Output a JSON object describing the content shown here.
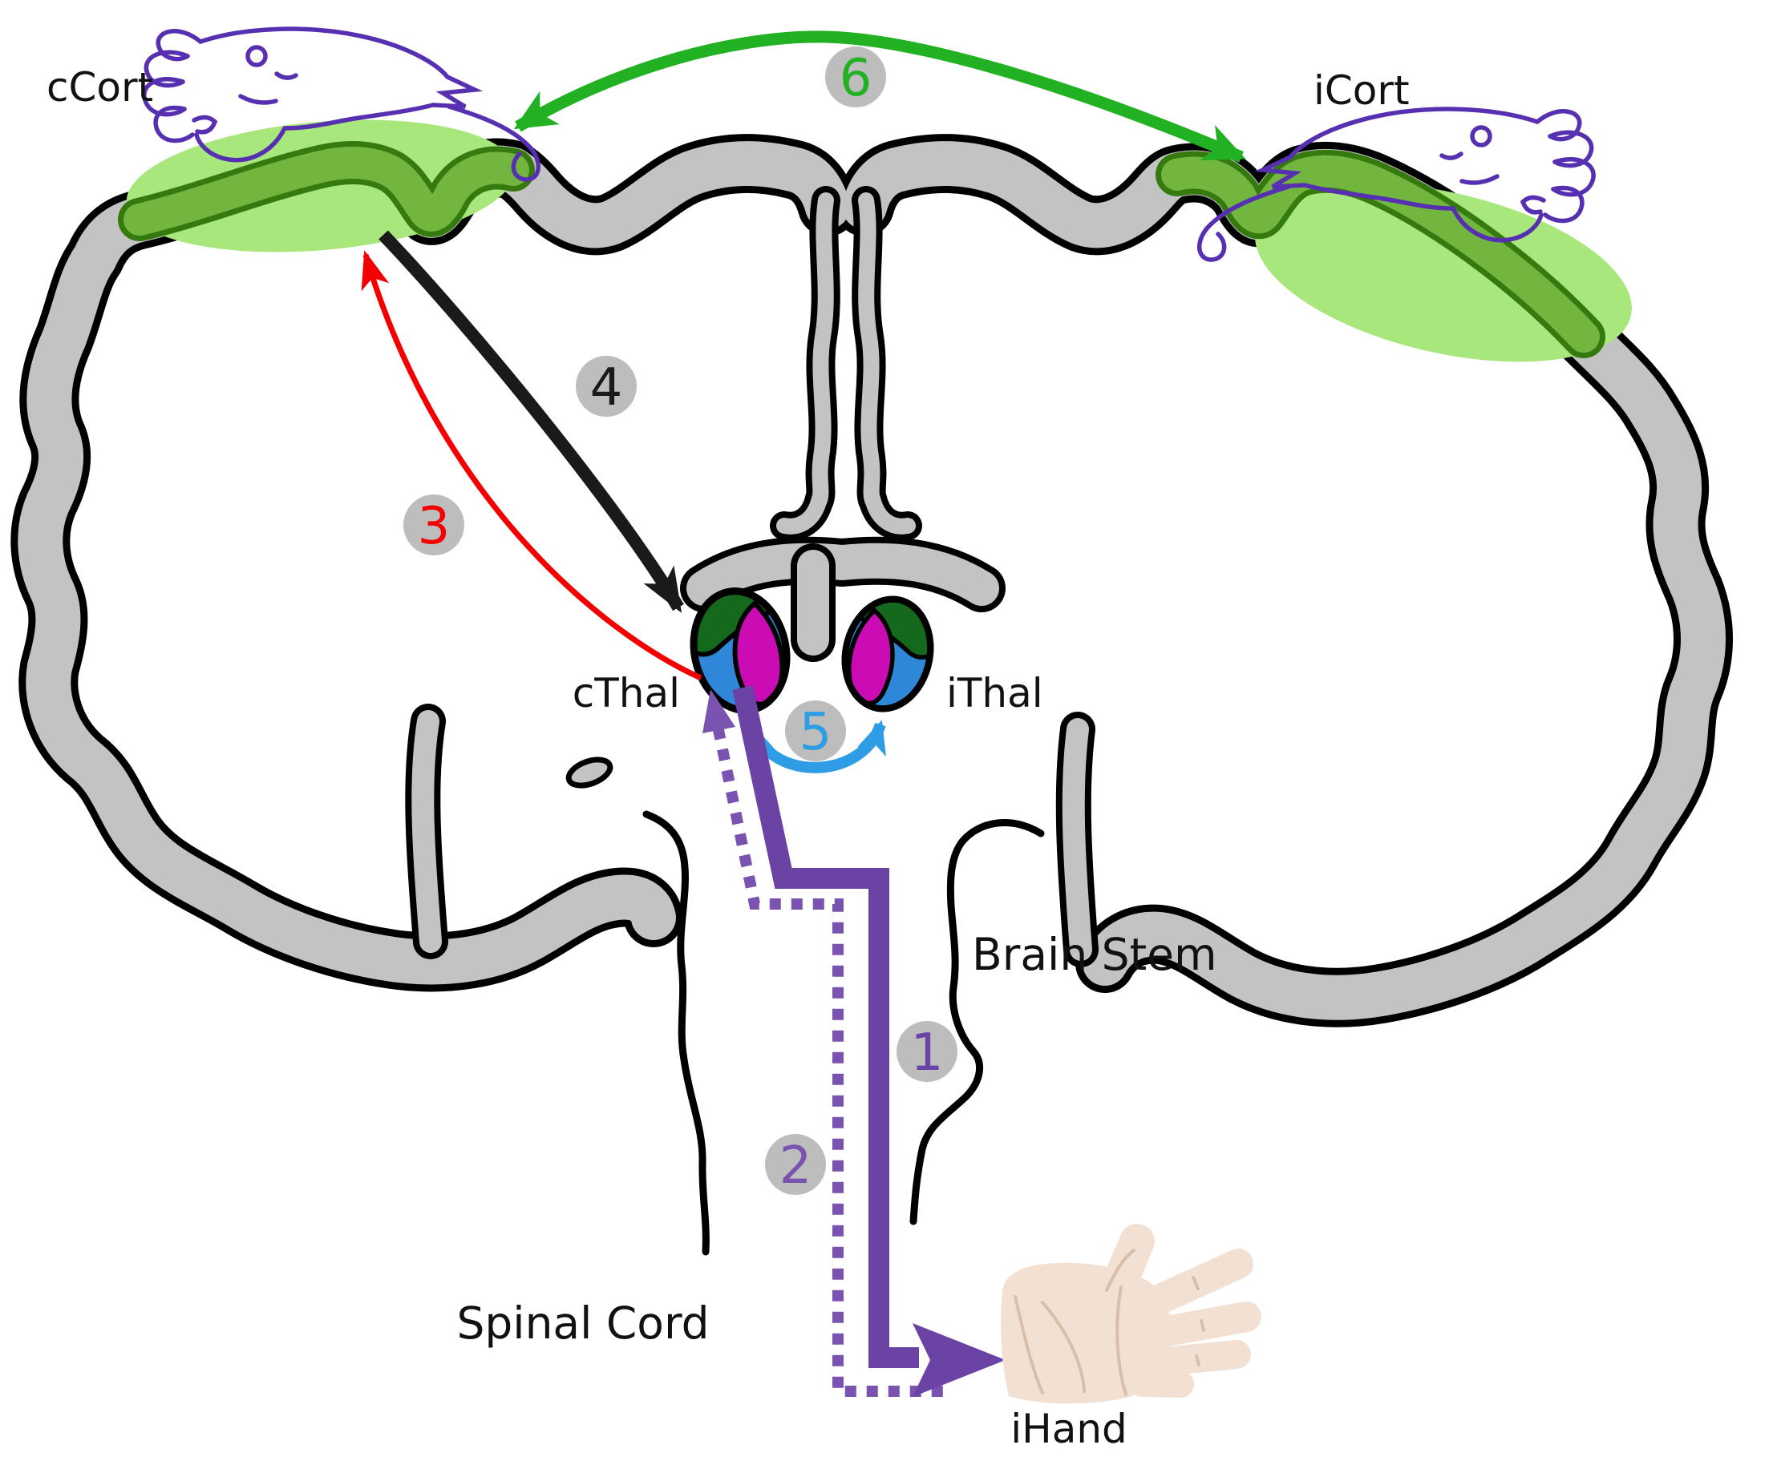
{
  "labels": {
    "c_cortex": "cCort",
    "i_cortex": "iCort",
    "c_thalamus": "cThal",
    "i_thalamus": "iThal",
    "brain_stem": "Brain Stem",
    "spinal_cord": "Spinal Cord",
    "i_hand": "iHand"
  },
  "steps": [
    {
      "n": "1",
      "color": "#6a43a4"
    },
    {
      "n": "2",
      "color": "#7a52b0"
    },
    {
      "n": "3",
      "color": "#f40000"
    },
    {
      "n": "4",
      "color": "#1a1a1a"
    },
    {
      "n": "5",
      "color": "#2f9ce6"
    },
    {
      "n": "6",
      "color": "#22b122"
    }
  ],
  "colors": {
    "cortex_gray": "#c3c3c3",
    "highlight_green": "#a8e77b",
    "cortex_band_green": "#72b640",
    "cortex_band_edge": "#357a0e",
    "thalamus_green": "#15691c",
    "thalamus_blue": "#2f87d9",
    "thalamus_magenta": "#cb0bb4",
    "pathway_purple_solid": "#6a43a4",
    "pathway_purple_dotted": "#7a52b0",
    "homunculus_purple": "#5630b0",
    "hand_skin": "#f2e1d2",
    "badge_gray": "#bdbdbd"
  }
}
